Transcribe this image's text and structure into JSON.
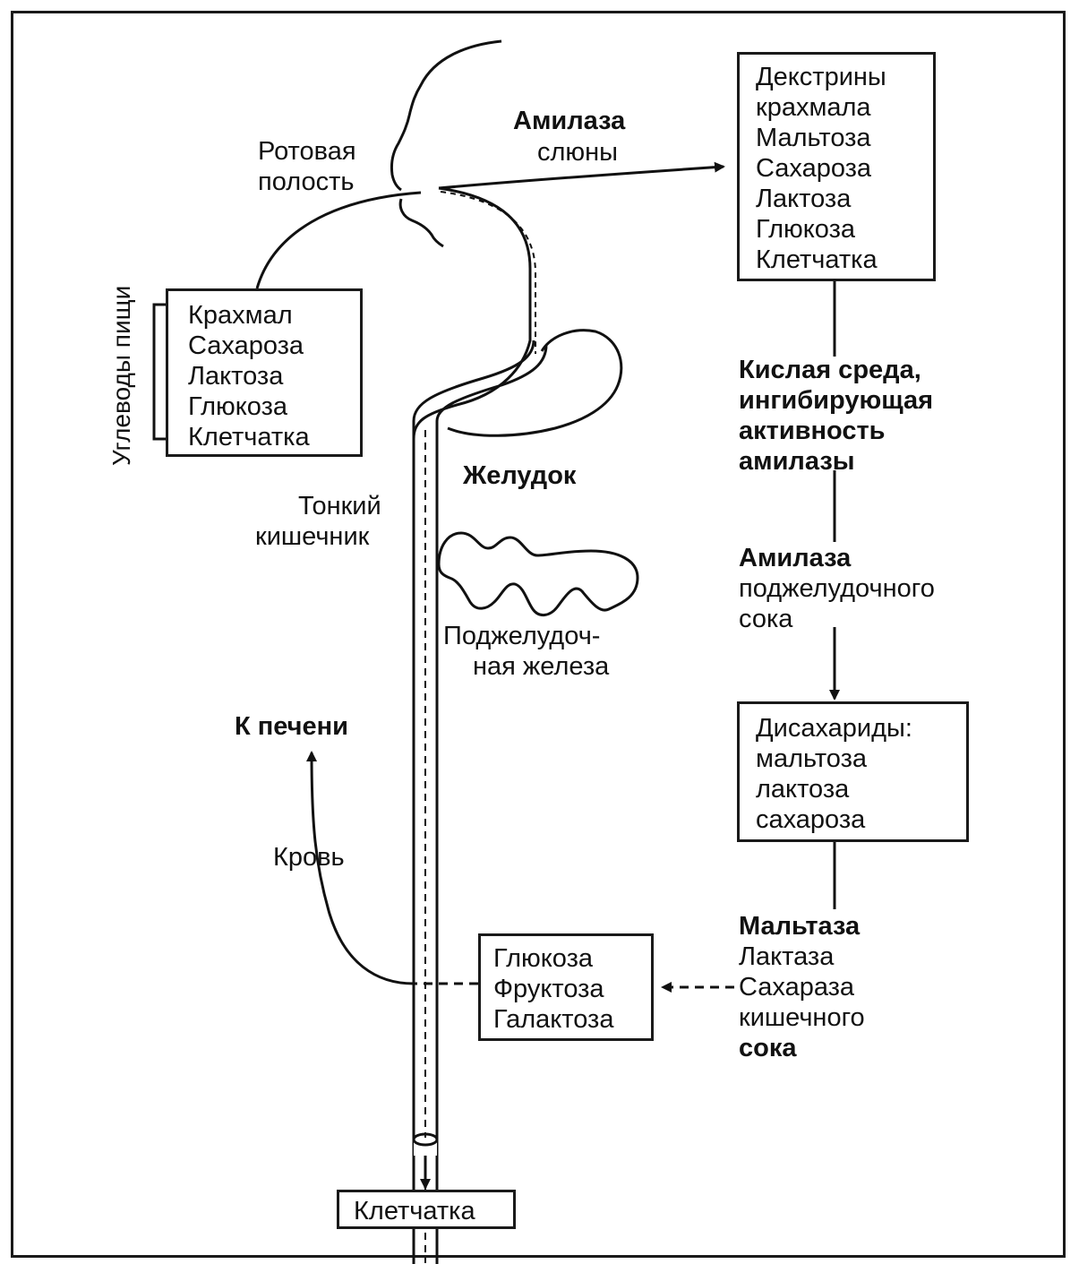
{
  "food_carbs": {
    "label": "Углеводы пищи",
    "items": [
      "Крахмал",
      "Сахароза",
      "Лактоза",
      "Глюкоза",
      "Клетчатка"
    ]
  },
  "mouth": {
    "line1": "Ротовая",
    "line2": "полость"
  },
  "saliva_amylase": {
    "line1": "Амилаза",
    "line2": "слюны"
  },
  "after_mouth": {
    "items": [
      "Декстрины",
      "крахмала",
      "Мальтоза",
      "Сахароза",
      "Лактоза",
      "Глюкоза",
      "Клетчатка"
    ]
  },
  "acid_env": {
    "lines": [
      "Кислая среда,",
      "ингибирующая",
      "активность",
      "амилазы"
    ]
  },
  "stomach": {
    "label": "Желудок"
  },
  "small_intestine": {
    "line1": "Тонкий",
    "line2": "кишечник"
  },
  "pancreas": {
    "line1": "Поджелудоч-",
    "line2": "ная железа"
  },
  "pancreatic_amylase": {
    "lines": [
      "Амилаза",
      "поджелудочного",
      "сока"
    ]
  },
  "disaccharides": {
    "items": [
      "Дисахариды:",
      "мальтоза",
      "лактоза",
      "сахароза"
    ]
  },
  "intestinal_enzymes": {
    "lines": [
      "Мальтаза",
      "Лактаза",
      "Сахараза",
      "кишечного",
      "сока"
    ]
  },
  "monosaccharides": {
    "items": [
      "Глюкоза",
      "Фруктоза",
      "Галактоза"
    ]
  },
  "to_liver": {
    "label": "К печени"
  },
  "blood": {
    "label": "Кровь"
  },
  "fiber_out": {
    "label": "Клетчатка"
  }
}
